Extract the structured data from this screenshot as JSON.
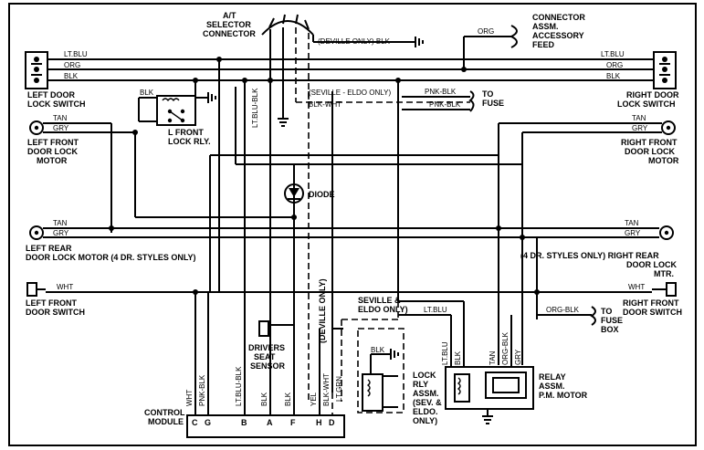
{
  "components": {
    "at_selector": [
      "A/T",
      "SELECTOR",
      "CONNECTOR"
    ],
    "accessory_feed": [
      "CONNECTOR",
      "ASSM.",
      "ACCESSORY",
      "FEED"
    ],
    "left_door_lock_switch": [
      "LEFT DOOR",
      "LOCK SWITCH"
    ],
    "right_door_lock_switch": [
      "RIGHT DOOR",
      "LOCK SWITCH"
    ],
    "left_front_lock_relay": [
      "L FRONT",
      "LOCK RLY."
    ],
    "to_fuse": [
      "TO",
      "FUSE"
    ],
    "left_front_motor": [
      "LEFT FRONT",
      "DOOR LOCK",
      "MOTOR"
    ],
    "right_front_motor": [
      "RIGHT FRONT",
      "DOOR LOCK",
      "MOTOR"
    ],
    "diode": "DIODE",
    "left_rear_motor": [
      "LEFT REAR",
      "DOOR LOCK MOTOR (4 DR. STYLES ONLY)"
    ],
    "right_rear_motor": [
      "(4 DR. STYLES ONLY) RIGHT REAR",
      "DOOR LOCK",
      "MTR."
    ],
    "left_front_door_switch": [
      "LEFT FRONT",
      "DOOR SWITCH"
    ],
    "right_front_door_switch": [
      "RIGHT FRONT",
      "DOOR SWITCH"
    ],
    "seville_eldo_only": [
      "SEVILLE &",
      "ELDO ONLY)"
    ],
    "to_fuse_box": [
      "TO",
      "FUSE",
      "BOX"
    ],
    "drivers_seat_sensor": [
      "DRIVERS",
      "SEAT",
      "SENSOR"
    ],
    "lock_relay_assm": [
      "LOCK",
      "RLY",
      "ASSM.",
      "(SEV. &",
      "ELDO.",
      "ONLY)"
    ],
    "relay_assm_pm_motor": [
      "RELAY",
      "ASSM.",
      "P.M. MOTOR"
    ],
    "control_module": [
      "CONTROL",
      "MODULE"
    ],
    "deville_only_vertical": "(DEVILLE ONLY)"
  },
  "wire_labels": {
    "lt_blu": "LT.BLU",
    "org": "ORG",
    "blk": "BLK",
    "tan": "TAN",
    "gry": "GRY",
    "wht": "WHT",
    "deville_only_blk": "(DEVILLE ONLY) BLK",
    "seville_eldo_only": "(SEVILLE - ELDO ONLY)",
    "pnk_blk": "PNK-BLK",
    "blk_wht": "BLK-WHT",
    "org_blk": "ORG-BLK",
    "lt_blu_blk": "LT.BLU-BLK",
    "yel": "YEL",
    "lt_grn": "LT.GRN"
  },
  "module_pins": [
    "C",
    "G",
    "B",
    "A",
    "F",
    "H",
    "D"
  ]
}
